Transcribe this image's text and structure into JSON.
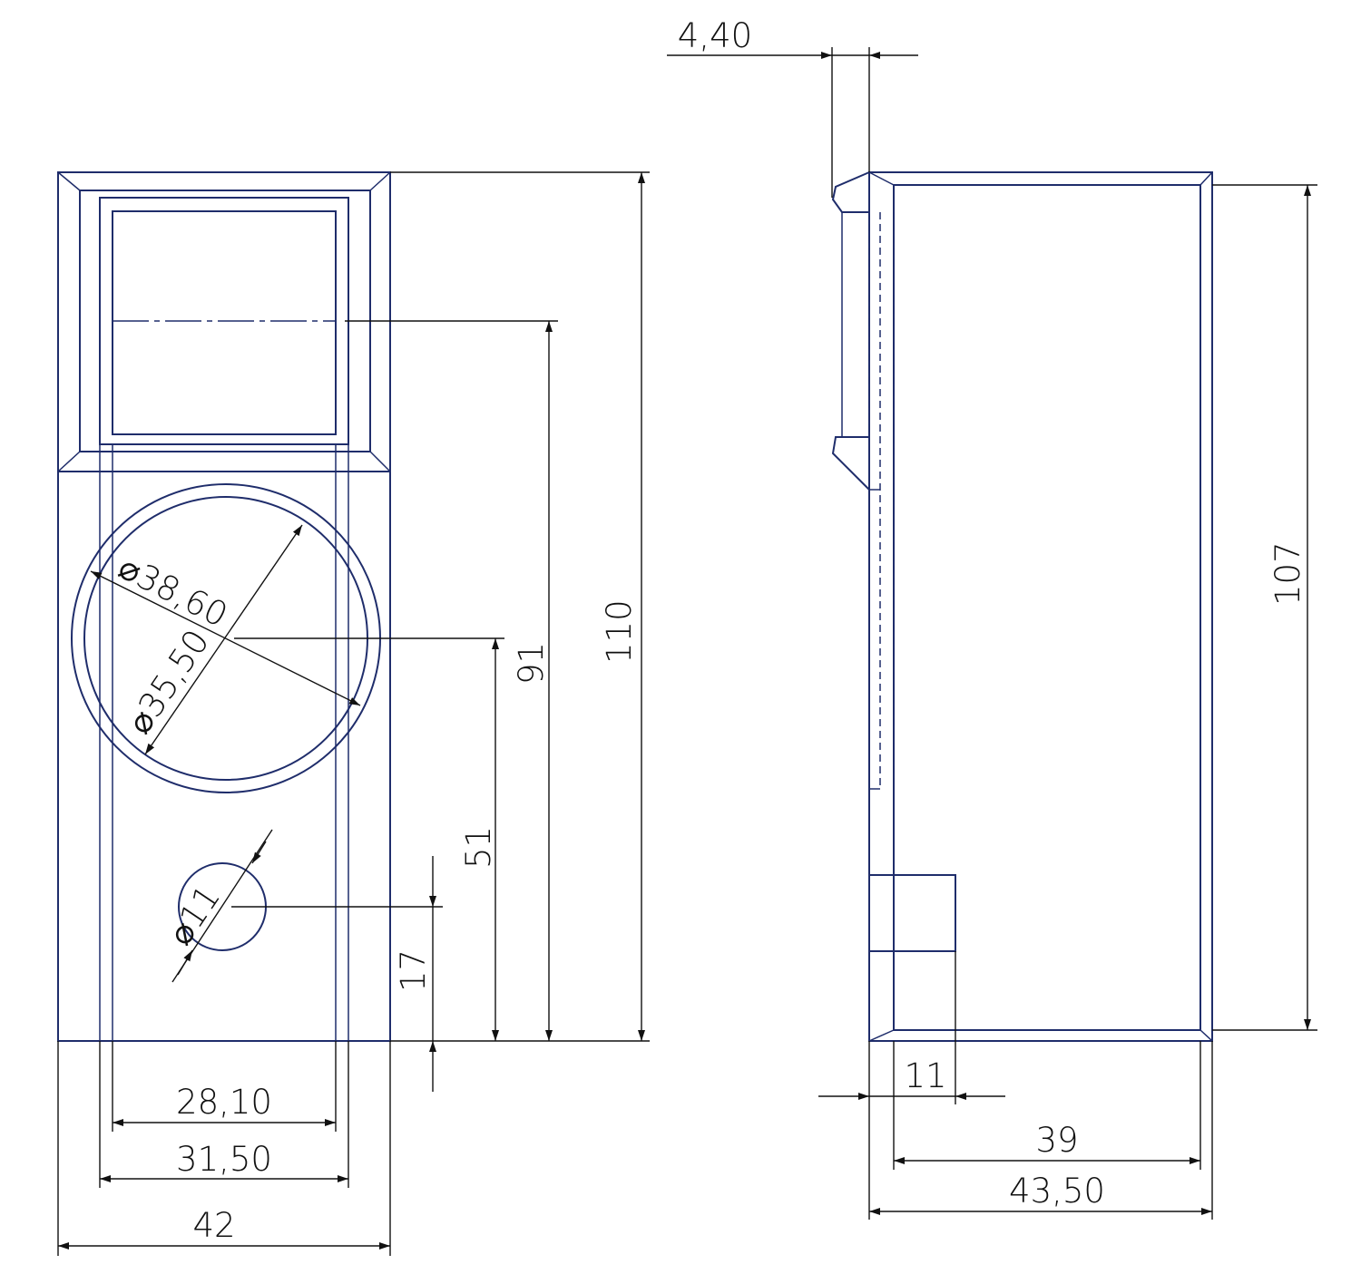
{
  "dimensions": {
    "front_diameter_outer": "38,60",
    "front_diameter_inner": "35,50",
    "front_diameter_small": "11",
    "front_height_total": "110",
    "front_height_upper_center": "91",
    "front_height_circle_center": "51",
    "front_height_small_center": "17",
    "front_width_inner": "28,10",
    "front_width_mid": "31,50",
    "front_width_total": "42",
    "side_lip_thickness": "4,40",
    "side_height": "107",
    "side_block_width": "11",
    "side_depth_inner": "39",
    "side_depth_total": "43,50"
  },
  "colors": {
    "part_outline": "#1f2d6b",
    "dimension_line": "#111111"
  }
}
